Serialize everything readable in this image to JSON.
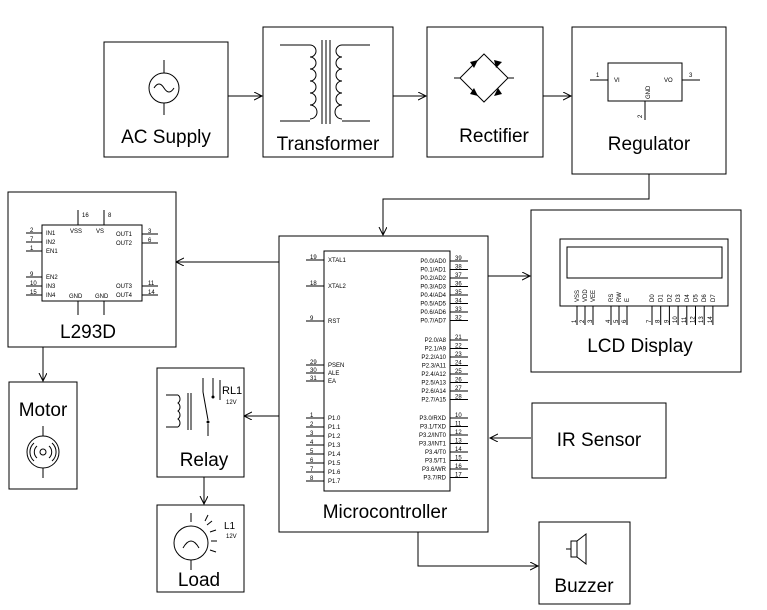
{
  "blocks": {
    "ac_supply": "AC Supply",
    "transformer": "Transformer",
    "rectifier": "Rectifier",
    "regulator": "Regulator",
    "l293d": "L293D",
    "motor": "Motor",
    "relay": "Relay",
    "load": "Load",
    "microcontroller": "Microcontroller",
    "lcd_display": "LCD Display",
    "ir_sensor": "IR Sensor",
    "buzzer": "Buzzer"
  },
  "regulator_chip": {
    "pin_in": "1",
    "pin_out": "3",
    "pin_gnd": "2",
    "label_in": "VI",
    "label_out": "VO",
    "label_gnd": "GND"
  },
  "l293d_chip": {
    "top_pins": [
      {
        "num": "16",
        "label": "VSS"
      },
      {
        "num": "8",
        "label": "VS"
      }
    ],
    "left_pins": [
      {
        "num": "2",
        "label": "IN1"
      },
      {
        "num": "7",
        "label": "IN2"
      },
      {
        "num": "1",
        "label": "EN1"
      },
      {
        "num": "9",
        "label": "EN2"
      },
      {
        "num": "10",
        "label": "IN3"
      },
      {
        "num": "15",
        "label": "IN4"
      }
    ],
    "right_pins": [
      {
        "num": "3",
        "label": "OUT1"
      },
      {
        "num": "6",
        "label": "OUT2"
      },
      {
        "num": "11",
        "label": "OUT3"
      },
      {
        "num": "14",
        "label": "OUT4"
      }
    ],
    "gnd_labels": [
      "GND",
      "GND"
    ]
  },
  "relay_component": {
    "ref": "RL1",
    "voltage": "12V"
  },
  "lamp_component": {
    "ref": "L1",
    "voltage": "12V"
  },
  "mcu_chip": {
    "left_pins": [
      {
        "num": "19",
        "label": "XTAL1"
      },
      {
        "num": "18",
        "label": "XTAL2"
      },
      {
        "num": "9",
        "label": "RST"
      },
      {
        "num": "29",
        "label": "PSEN"
      },
      {
        "num": "30",
        "label": "ALE"
      },
      {
        "num": "31",
        "label": "EA"
      },
      {
        "num": "1",
        "label": "P1.0"
      },
      {
        "num": "2",
        "label": "P1.1"
      },
      {
        "num": "3",
        "label": "P1.2"
      },
      {
        "num": "4",
        "label": "P1.3"
      },
      {
        "num": "5",
        "label": "P1.4"
      },
      {
        "num": "6",
        "label": "P1.5"
      },
      {
        "num": "7",
        "label": "P1.6"
      },
      {
        "num": "8",
        "label": "P1.7"
      }
    ],
    "right_pins": [
      {
        "num": "39",
        "label": "P0.0/AD0"
      },
      {
        "num": "38",
        "label": "P0.1/AD1"
      },
      {
        "num": "37",
        "label": "P0.2/AD2"
      },
      {
        "num": "36",
        "label": "P0.3/AD3"
      },
      {
        "num": "35",
        "label": "P0.4/AD4"
      },
      {
        "num": "34",
        "label": "P0.5/AD5"
      },
      {
        "num": "33",
        "label": "P0.6/AD6"
      },
      {
        "num": "32",
        "label": "P0.7/AD7"
      },
      {
        "num": "21",
        "label": "P2.0/A8"
      },
      {
        "num": "22",
        "label": "P2.1/A9"
      },
      {
        "num": "23",
        "label": "P2.2/A10"
      },
      {
        "num": "24",
        "label": "P2.3/A11"
      },
      {
        "num": "25",
        "label": "P2.4/A12"
      },
      {
        "num": "26",
        "label": "P2.5/A13"
      },
      {
        "num": "27",
        "label": "P2.6/A14"
      },
      {
        "num": "28",
        "label": "P2.7/A15"
      },
      {
        "num": "10",
        "label": "P3.0/RXD"
      },
      {
        "num": "11",
        "label": "P3.1/TXD"
      },
      {
        "num": "12",
        "label": "P3.2/INT0"
      },
      {
        "num": "13",
        "label": "P3.3/INT1"
      },
      {
        "num": "14",
        "label": "P3.4/T0"
      },
      {
        "num": "15",
        "label": "P3.5/T1"
      },
      {
        "num": "16",
        "label": "P3.6/WR"
      },
      {
        "num": "17",
        "label": "P3.7/RD"
      }
    ]
  },
  "lcd_chip": {
    "pins": [
      {
        "num": "1",
        "label": "VSS"
      },
      {
        "num": "2",
        "label": "VDD"
      },
      {
        "num": "3",
        "label": "VEE"
      },
      {
        "num": "4",
        "label": "RS"
      },
      {
        "num": "5",
        "label": "RW"
      },
      {
        "num": "6",
        "label": "E"
      },
      {
        "num": "7",
        "label": "D0"
      },
      {
        "num": "8",
        "label": "D1"
      },
      {
        "num": "9",
        "label": "D2"
      },
      {
        "num": "10",
        "label": "D3"
      },
      {
        "num": "11",
        "label": "D4"
      },
      {
        "num": "12",
        "label": "D5"
      },
      {
        "num": "13",
        "label": "D6"
      },
      {
        "num": "14",
        "label": "D7"
      }
    ]
  }
}
